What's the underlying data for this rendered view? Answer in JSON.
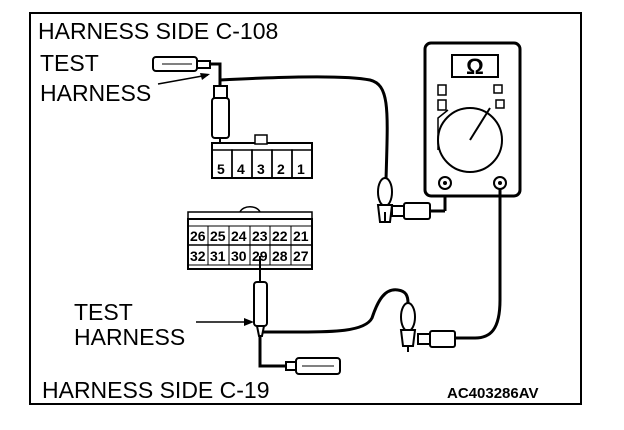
{
  "labels": {
    "top_title": "HARNESS SIDE C-108",
    "test_harness_top_line1": "TEST",
    "test_harness_top_line2": "HARNESS",
    "test_harness_bottom_line1": "TEST",
    "test_harness_bottom_line2": "HARNESS",
    "bottom_title": "HARNESS SIDE C-19",
    "figure_code": "AC403286AV"
  },
  "meter": {
    "symbol": "Ω"
  },
  "connector_c108": {
    "pins": [
      "5",
      "4",
      "3",
      "2",
      "1"
    ]
  },
  "connector_c19": {
    "top_row": [
      "26",
      "25",
      "24",
      "23",
      "22",
      "21"
    ],
    "bottom_row": [
      "32",
      "31",
      "30",
      "29",
      "28",
      "27"
    ]
  }
}
